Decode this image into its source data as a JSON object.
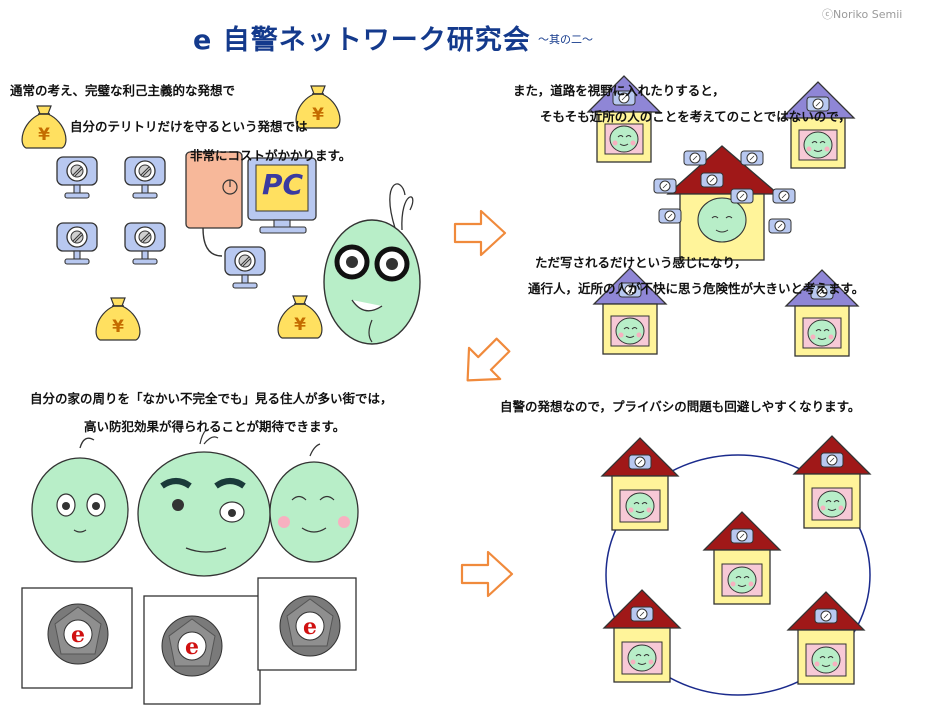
{
  "header": {
    "title": "e 自警ネットワーク研究会",
    "subtitle": "～其の二～",
    "credit": "ⓒNoriko Semii"
  },
  "panels": {
    "top_left": {
      "lines": [
        "通常の考え、完璧な利己主義的な発想で",
        "自分のテリトリだけを守るという発想では",
        "非常にコストがかかります。"
      ],
      "pc_label": "PC",
      "yen": "¥"
    },
    "top_right": {
      "lines": [
        "また，道路を視野に入れたりすると，",
        "そもそも近所の人のことを考えてのことではないので，",
        "ただ写されるだけという感じになり，",
        "通行人，近所の人が不快に思う危険性が大きいと考えます。"
      ]
    },
    "bottom_left": {
      "lines": [
        "自分の家の周りを「なかい不完全でも」見る住人が多い街では，",
        "高い防犯効果が得られることが期待できます。"
      ],
      "sign_letter": "e"
    },
    "bottom_right": {
      "lines": [
        "自警の発想なので，プライバシの問題も回避しやすくなります。"
      ]
    }
  },
  "colors": {
    "title": "#143a8c",
    "arrow": "#f08a3c",
    "house_roof": "#a01818",
    "house_roof_purple": "#8f86d6",
    "house_wall": "#fff49a",
    "character": "#b8eec8",
    "camera": "#b8c8f0",
    "money_bag": "#ffe060",
    "pc_tower": "#f7b89a",
    "sign_logo": "#7a7a7a"
  },
  "icons": [
    "security-camera-icon",
    "money-bag-icon",
    "pc-icon",
    "house-icon",
    "arrow-icon",
    "e-logo-icon"
  ]
}
